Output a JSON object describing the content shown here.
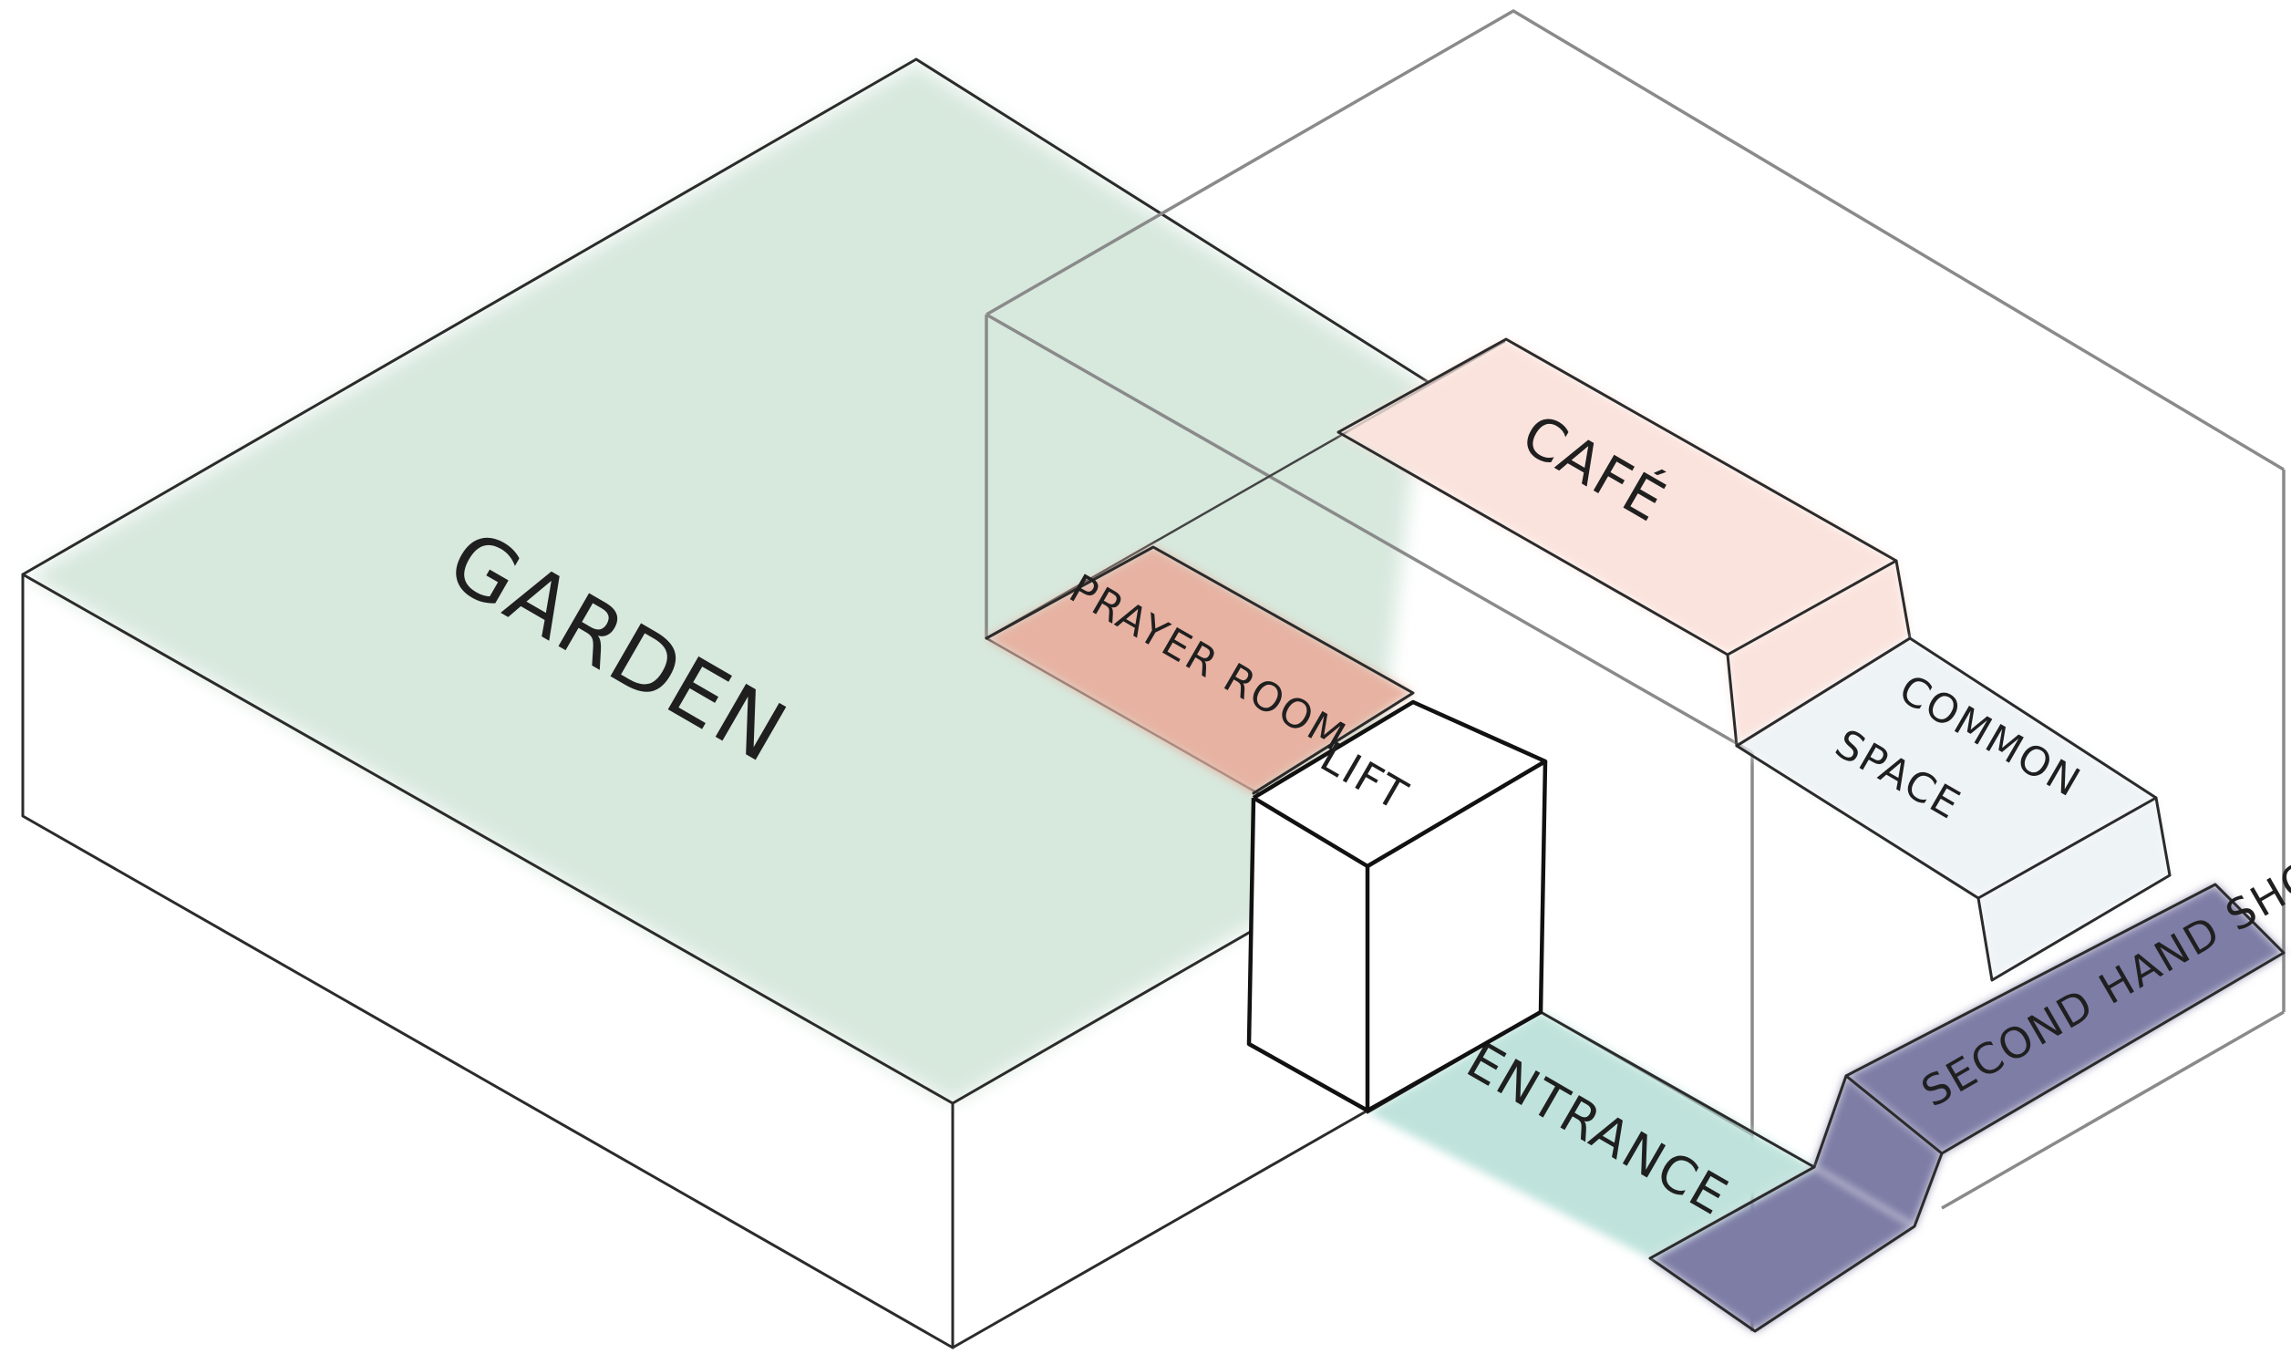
{
  "labels": {
    "garden": "GARDEN",
    "cafe": "CAFÉ",
    "prayer_room": "PRAYER ROOM",
    "lift": "LIFT",
    "common_space_line1": "COMMON",
    "common_space_line2": "SPACE",
    "entrance": "ENTRANCE",
    "second_hand_shop": "SECOND HAND SHOP"
  },
  "colors": {
    "garden": "#d5e7dc",
    "cafe": "#fbe3dd",
    "prayer_room": "#e7b2a2",
    "common_space": "#eef3f6",
    "entrance": "#bfe3dc",
    "second_hand_shop": "#7e7da6",
    "ink": "#2b2b2b"
  }
}
